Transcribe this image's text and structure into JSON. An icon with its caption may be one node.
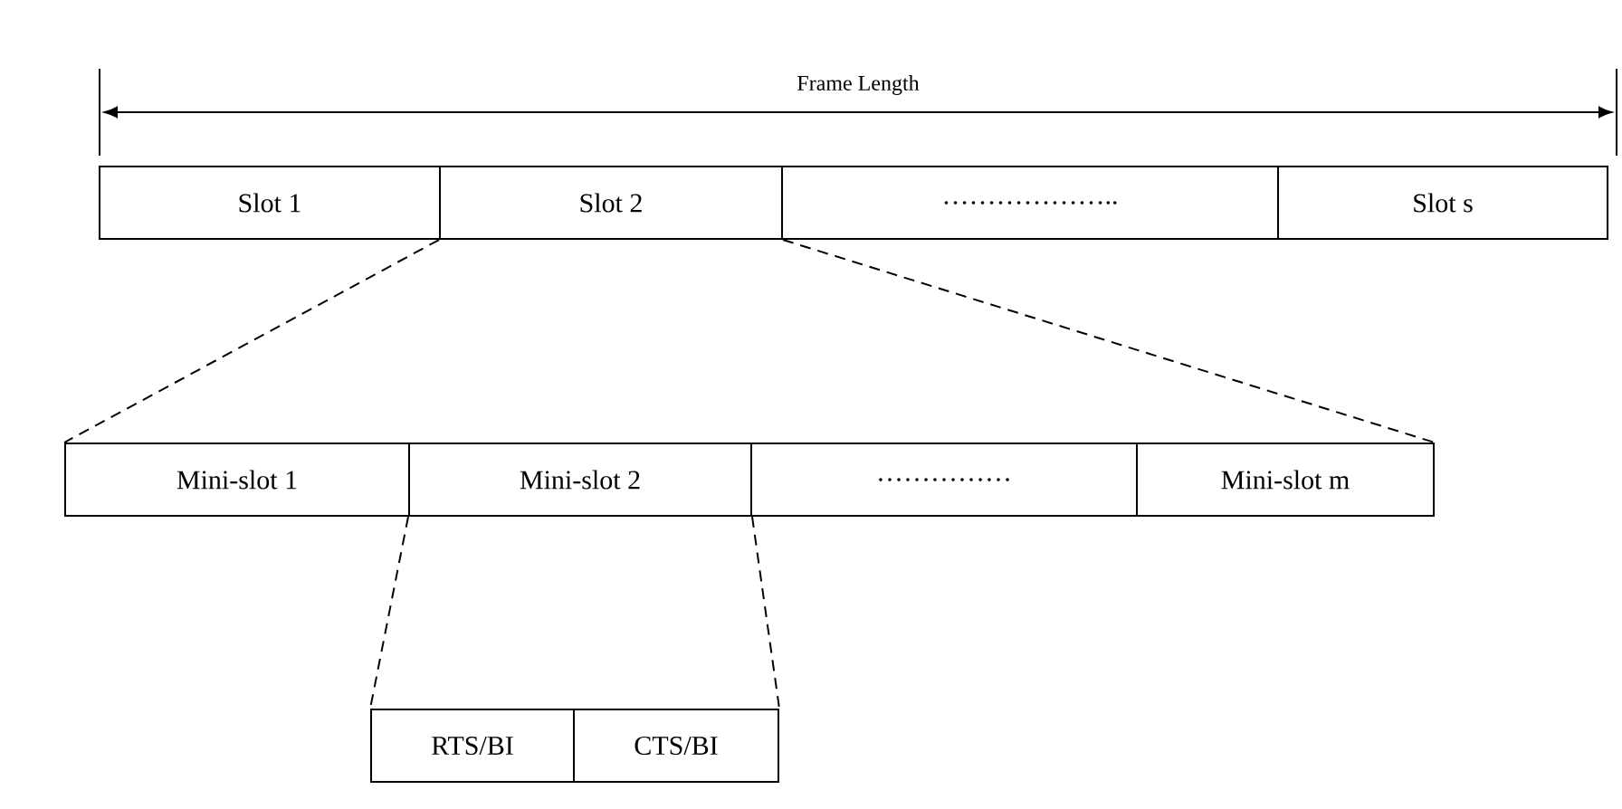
{
  "diagram": {
    "nodes": [
      {
        "text": [
          "Slot 1"
        ]
      },
      {
        "text": [
          "Slot 2"
        ]
      },
      {
        "text": [
          "……………….."
        ]
      },
      {
        "text": [
          "Slot s"
        ]
      },
      {
        "text": [
          "Mini-slot 1"
        ]
      },
      {
        "text": [
          "Mini-slot 2"
        ]
      },
      {
        "text": [
          "……………"
        ]
      },
      {
        "text": [
          "Mini-slot m"
        ]
      },
      {
        "text": [
          "RTS/BI"
        ]
      },
      {
        "text": [
          "CTS/BI"
        ]
      }
    ],
    "edges": [
      {
        "from": 1,
        "to": 4,
        "arrow": "none",
        "style": "dashed"
      },
      {
        "from": 1,
        "to": 7,
        "arrow": "none",
        "style": "dashed"
      },
      {
        "from": 5,
        "to": 8,
        "arrow": "none",
        "style": "dashed"
      },
      {
        "from": 5,
        "to": 9,
        "arrow": "none",
        "style": "dashed"
      }
    ],
    "labels": [
      "Frame Length"
    ]
  }
}
